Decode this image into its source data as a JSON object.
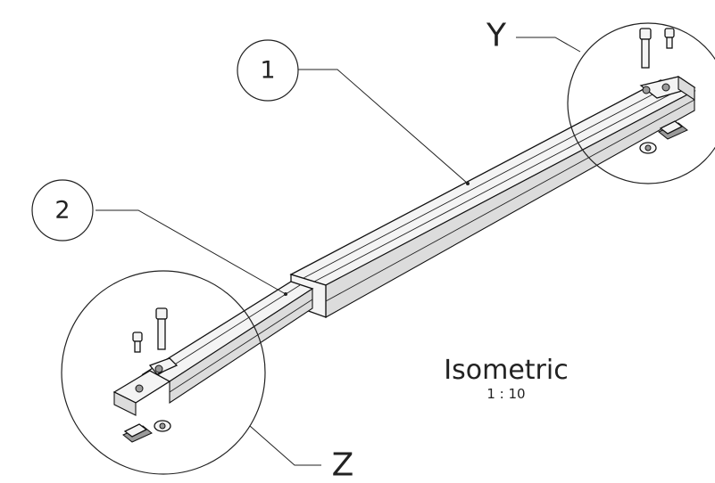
{
  "balloons": {
    "part_1": "1",
    "part_2": "2"
  },
  "details": {
    "detail_y": "Y",
    "detail_z": "Z"
  },
  "view": {
    "title": "Isometric",
    "scale": "1 : 10"
  },
  "colors": {
    "line": "#111111",
    "background": "#ffffff"
  }
}
